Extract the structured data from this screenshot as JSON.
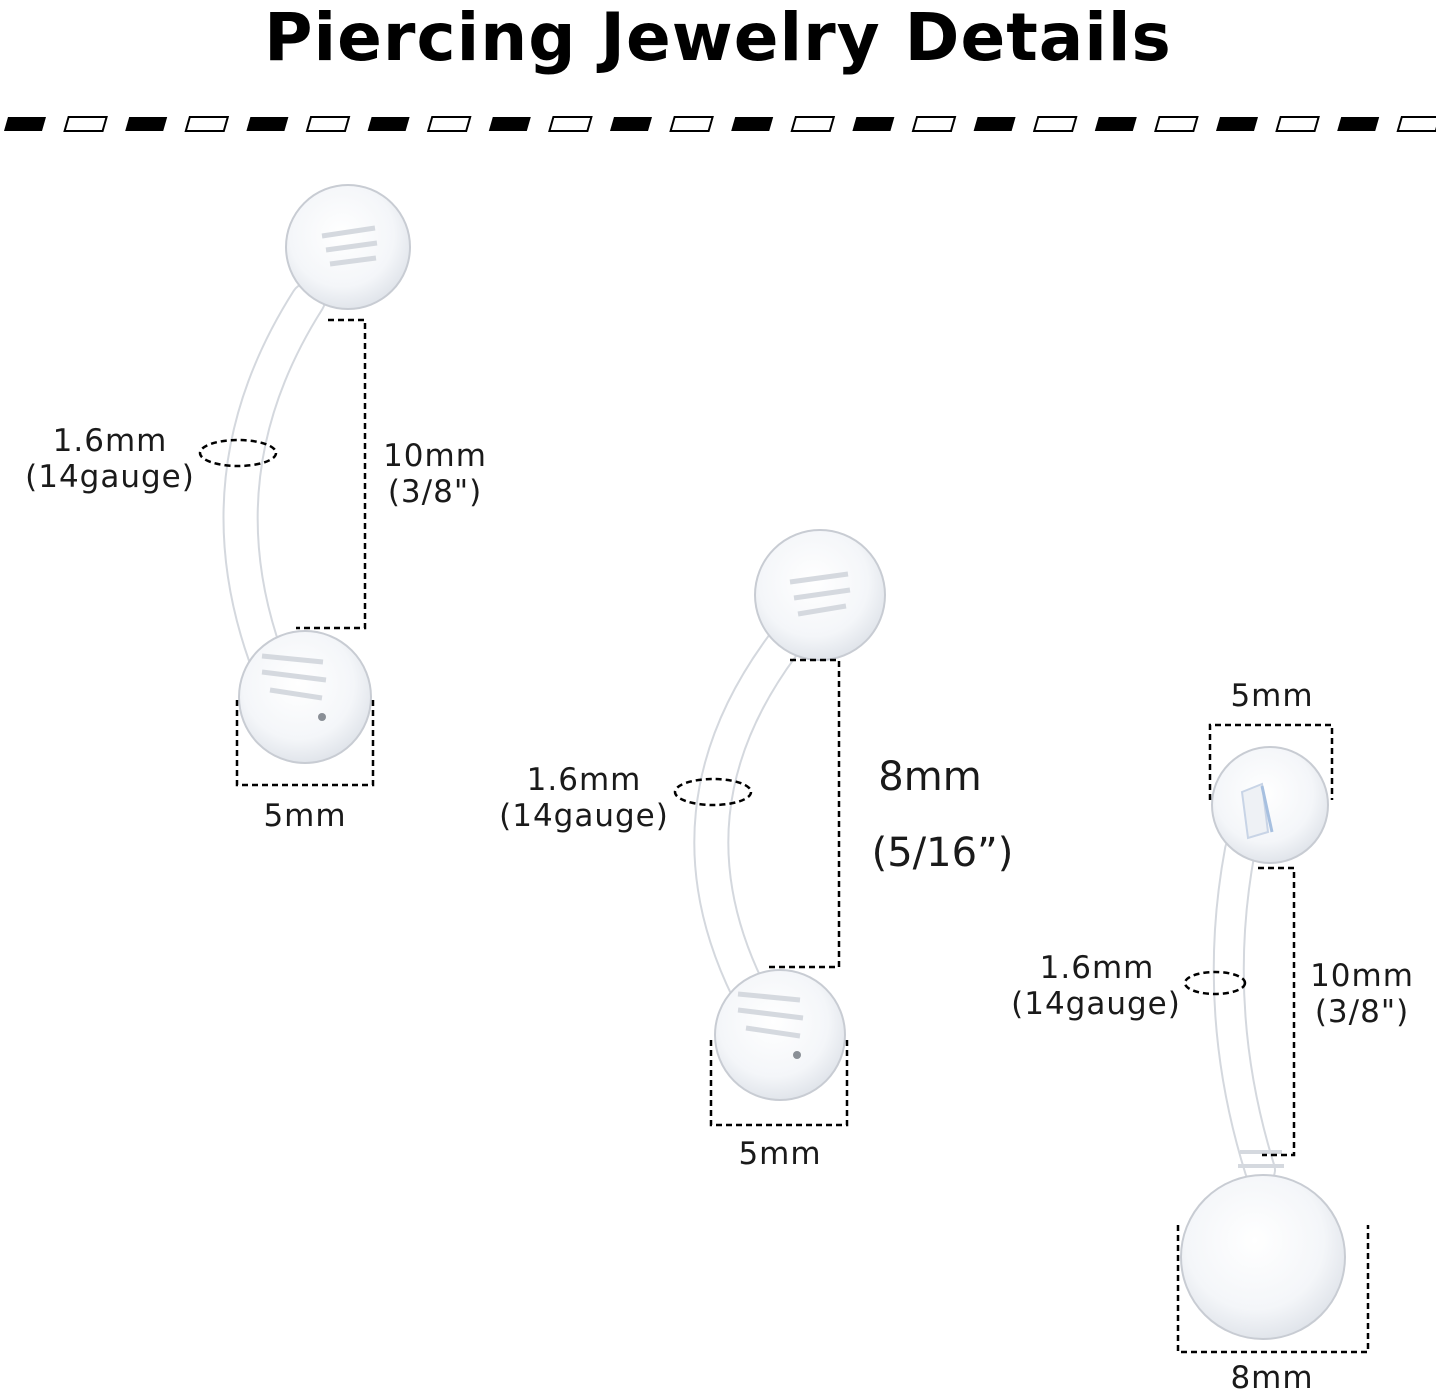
{
  "title": "Piercing Jewelry Details",
  "colors": {
    "text": "#1a1a1a",
    "dash_dark": "#000000",
    "ball_outline": "#c8ccd3",
    "bar_outline": "#d4d8de"
  },
  "items": [
    {
      "gauge_mm": "1.6mm",
      "gauge": "(14gauge)",
      "length_mm": "10mm",
      "length_in": "(3/8\")",
      "ball_size": "5mm"
    },
    {
      "gauge_mm": "1.6mm",
      "gauge": "(14gauge)",
      "length_mm": "8mm",
      "length_in": "(5/16”)",
      "ball_size": "5mm"
    },
    {
      "gauge_mm": "1.6mm",
      "gauge": "(14gauge)",
      "length_mm": "10mm",
      "length_in": "(3/8\")",
      "top_ball_size": "5mm",
      "bottom_ball_size": "8mm"
    }
  ]
}
